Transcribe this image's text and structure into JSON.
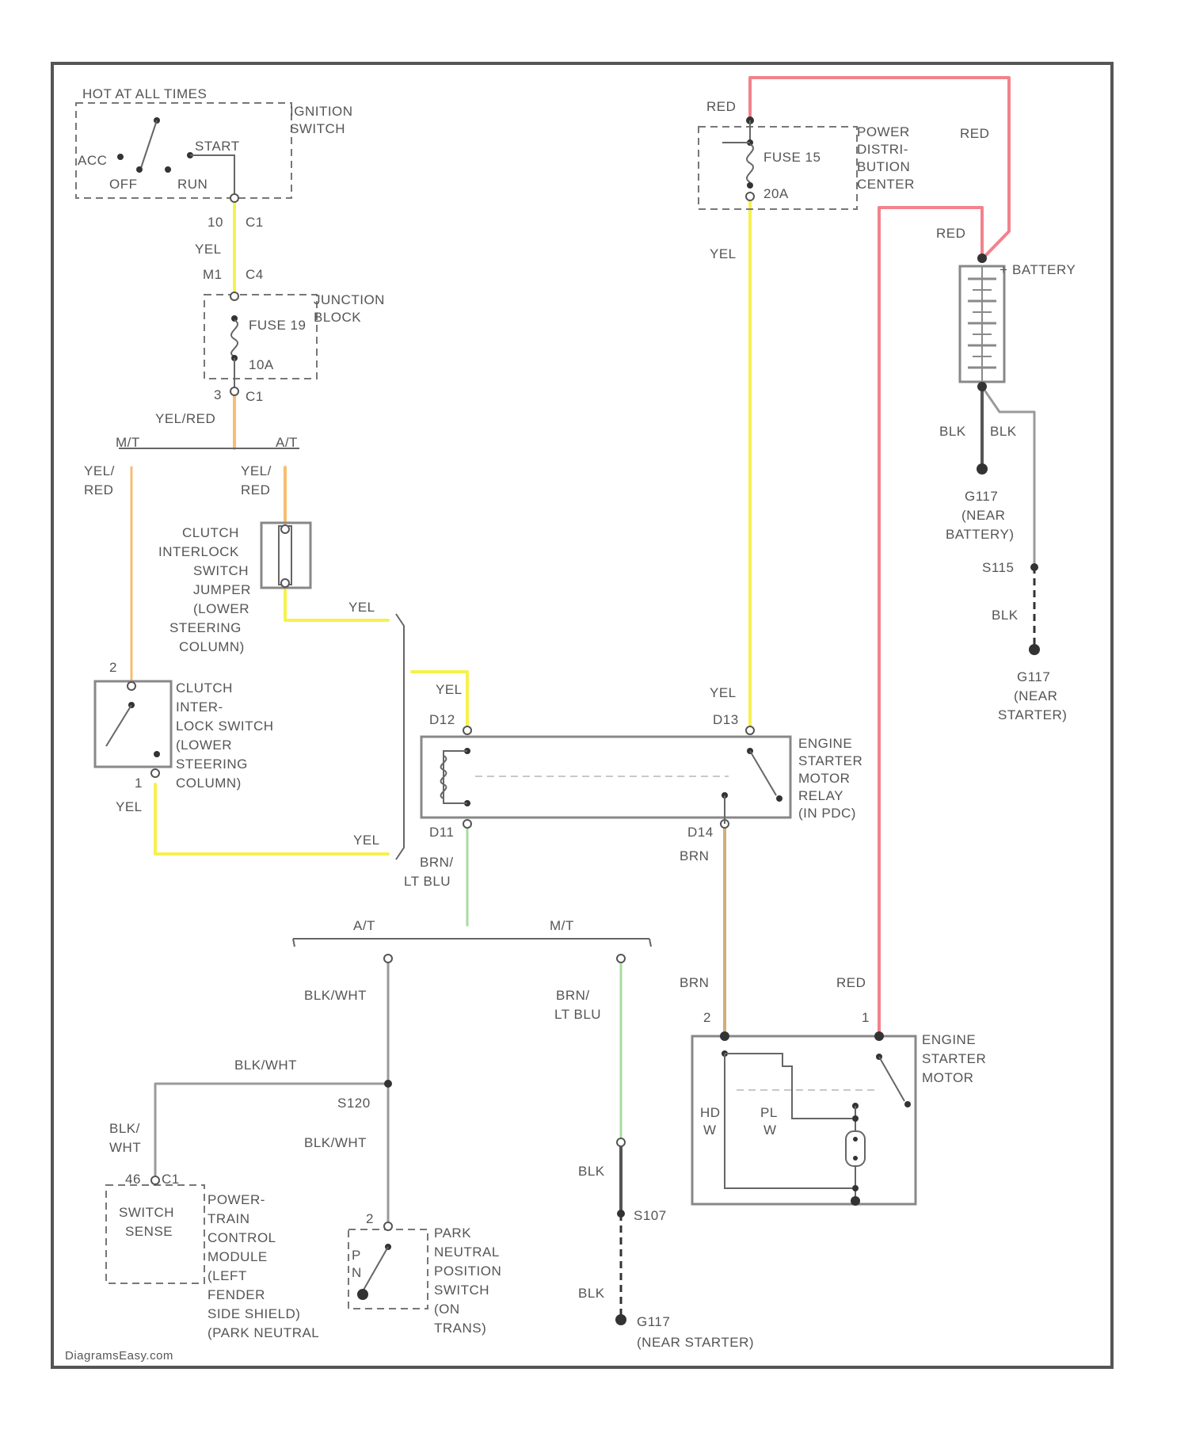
{
  "colors": {
    "red": "#f2828c",
    "yellow": "#f6f14e",
    "orange": "#f5be72",
    "green": "#a8dba0",
    "brown": "#d3ad7a",
    "gray": "#9a9a9a",
    "dark": "#555555",
    "black": "#333333"
  },
  "ignition": {
    "hot": "HOT AT ALL TIMES",
    "name1": "IGNITION",
    "name2": "SWITCH",
    "acc": "ACC",
    "off": "OFF",
    "start": "START",
    "run": "RUN"
  },
  "wire_labels": {
    "pin_10": "10",
    "conn_c1_a": "C1",
    "yel_a": "YEL",
    "pin_m1": "M1",
    "conn_c4": "C4",
    "pin_3": "3",
    "conn_c1_b": "C1",
    "yel_red": "YEL/RED",
    "mt_a": "M/T",
    "at_a": "A/T",
    "yel_red_l1": "YEL/",
    "yel_red_l2": "RED",
    "yel_red_r1": "YEL/",
    "yel_red_r2": "RED",
    "yel_b": "YEL",
    "yel_c": "YEL",
    "yel_d": "YEL",
    "yel_e": "YEL",
    "yel_f": "YEL",
    "pin_cl_2": "2",
    "pin_cl_1": "1",
    "d11": "D11",
    "d12": "D12",
    "d13": "D13",
    "d14": "D14",
    "brn_lt1": "BRN/",
    "brn_lt2": "LT BLU",
    "brn_a": "BRN",
    "at_b": "A/T",
    "mt_b": "M/T",
    "blk_wht_a": "BLK/WHT",
    "blk_wht_b": "BLK/WHT",
    "blk_wht_c": "BLK/WHT",
    "blk_wht_d1": "BLK/",
    "blk_wht_d2": "WHT",
    "s120": "S120",
    "brn_lt3": "BRN/",
    "brn_lt4": "LT BLU",
    "brn_b": "BRN",
    "red_starter": "RED",
    "pin_s2": "2",
    "pin_s1": "1",
    "pin_46": "46",
    "conn_c1_c": "C1",
    "pin_pn2": "2",
    "blk_a": "BLK",
    "blk_b": "BLK",
    "s107": "S107",
    "red_a": "RED",
    "red_b": "RED",
    "red_c": "RED",
    "yel_top": "YEL",
    "blk_c": "BLK",
    "blk_d": "BLK",
    "s115": "S115",
    "blk_e": "BLK"
  },
  "junction_block": {
    "name1": "JUNCTION",
    "name2": "BLOCK",
    "fuse": "FUSE 19",
    "rating": "10A"
  },
  "pdc": {
    "name1": "POWER",
    "name2": "DISTRI-",
    "name3": "BUTION",
    "name4": "CENTER",
    "fuse": "FUSE 15",
    "rating": "20A"
  },
  "battery": {
    "name": "BATTERY",
    "plus": "+"
  },
  "clutch_jumper": [
    "CLUTCH",
    "INTERLOCK",
    "SWITCH",
    "JUMPER",
    "(LOWER",
    "STEERING",
    "COLUMN)"
  ],
  "clutch_switch": [
    "CLUTCH",
    "INTER-",
    "LOCK SWITCH",
    "(LOWER",
    "STEERING",
    "COLUMN)"
  ],
  "relay": [
    "ENGINE",
    "STARTER",
    "MOTOR",
    "RELAY",
    "(IN PDC)"
  ],
  "starter": {
    "name": [
      "ENGINE",
      "STARTER",
      "MOTOR"
    ],
    "hd1": "HD",
    "hd2": "W",
    "pl1": "PL",
    "pl2": "W"
  },
  "pcm": {
    "inner1": "SWITCH",
    "inner2": "SENSE",
    "name": [
      "POWER-",
      "TRAIN",
      "CONTROL",
      "MODULE",
      "(LEFT",
      "FENDER",
      "SIDE SHIELD)",
      "(PARK NEUTRAL"
    ]
  },
  "pnp": {
    "name": [
      "PARK",
      "NEUTRAL",
      "POSITION",
      "SWITCH",
      "(ON",
      "TRANS)"
    ],
    "p": "P",
    "n": "N"
  },
  "grounds": {
    "g117_a1": "G117",
    "g117_a2": "(NEAR",
    "g117_a3": "BATTERY)",
    "g117_b1": "G117",
    "g117_b2": "(NEAR",
    "g117_b3": "STARTER)",
    "g117_c1": "G117",
    "g117_c2": "(NEAR STARTER)"
  },
  "watermark": "DiagramsEasy.com"
}
